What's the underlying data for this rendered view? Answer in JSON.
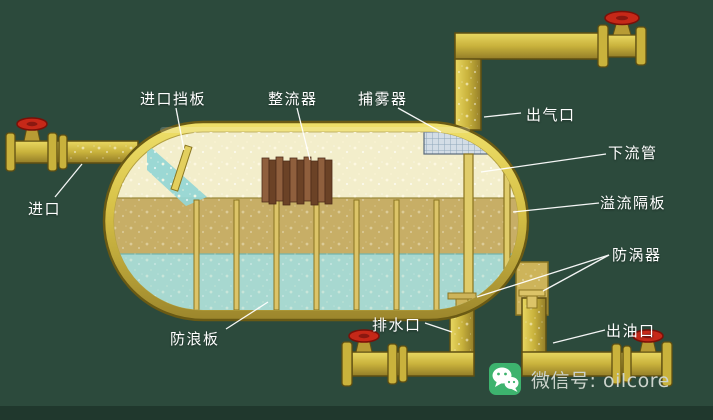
{
  "diagram": {
    "type": "horizontal-oil-gas-separator-cutaway",
    "background": "#2c4a3c",
    "labels": {
      "inlet_baffle": "进口挡板",
      "rectifier": "整流器",
      "mist_extractor": "捕雾器",
      "gas_outlet": "出气口",
      "downcomer": "下流管",
      "overflow_baffle": "溢流隔板",
      "vortex_breaker": "防涡器",
      "inlet": "进口",
      "wave_breaker": "防浪板",
      "water_outlet": "排水口",
      "oil_outlet": "出油口"
    },
    "watermark": {
      "text": "微信号: oilcore",
      "icon": "wechat-icon",
      "icon_color": "#3db36e",
      "text_color": "#ccd3cc"
    },
    "colors": {
      "shell_yellow": "#d6c046",
      "gas_space": "#f3eecb",
      "oil_layer": "#c7ae66",
      "water_layer": "#a7d8d0",
      "pipe_yellow": "#cdb73e",
      "valve_wheel_red": "#c62818",
      "rectifier_brown": "#8a5a38",
      "mist_pad_gray": "#d3dde6",
      "label_text": "#ffffff"
    }
  }
}
